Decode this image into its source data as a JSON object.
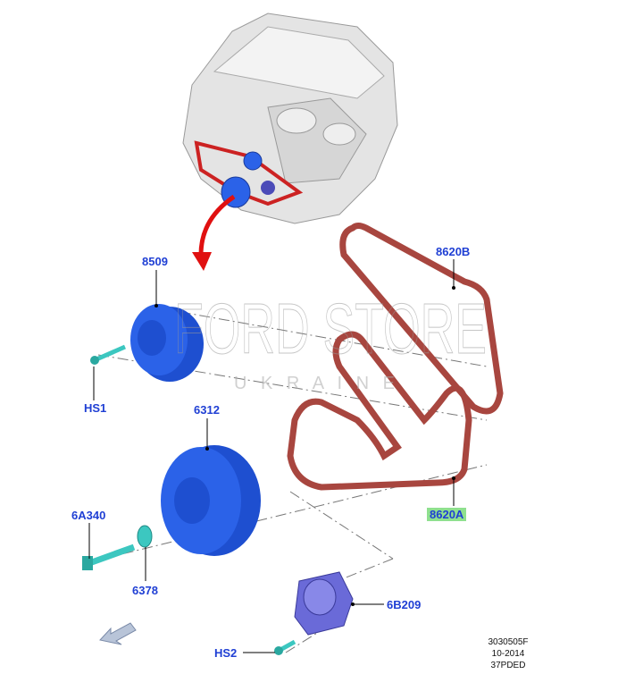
{
  "labels": {
    "l8509": "8509",
    "hs1": "HS1",
    "l6312": "6312",
    "l6a340": "6A340",
    "l6378": "6378",
    "l6b209": "6B209",
    "hs2": "HS2",
    "l8620b": "8620B",
    "l8620a": "8620A"
  },
  "info": {
    "code": "3030505F",
    "date": "10-2014",
    "ref": "37PDED"
  },
  "watermark": {
    "main": "FORD STORE",
    "sub": "U K R A I N E"
  },
  "colors": {
    "part_blue": "#2b62e8",
    "belt_red": "#a8463f",
    "label_blue": "#1f3fd4",
    "highlight": "#8fe08f",
    "fastener": "#3cc7c0"
  }
}
